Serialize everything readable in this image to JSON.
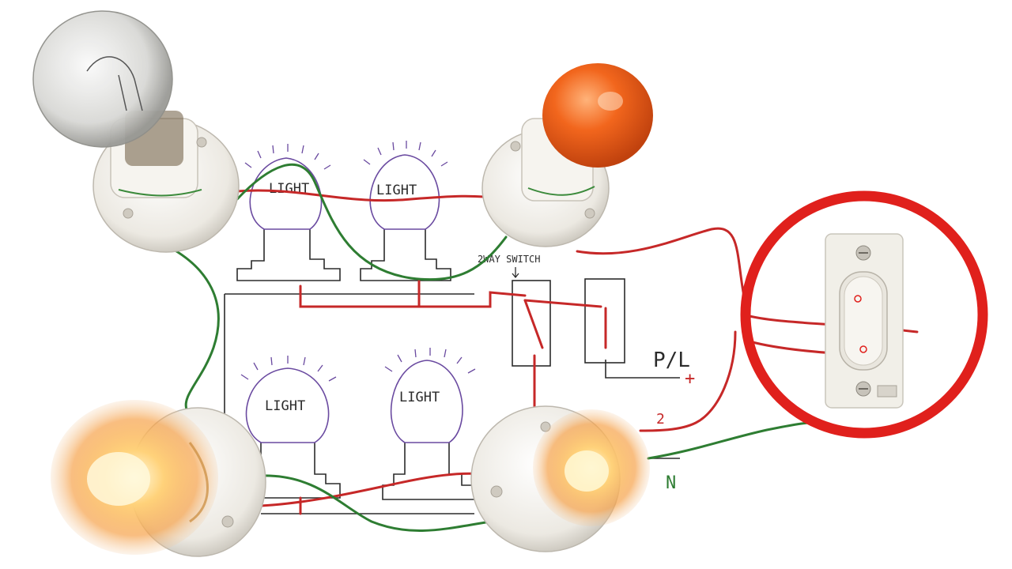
{
  "diagram": {
    "bulb_labels": [
      "LIGHT",
      "LIGHT",
      "LIGHT",
      "LIGHT"
    ],
    "switch_label": "2WAY SWITCH",
    "phase_label": "P/L",
    "plus_label": "+",
    "neutral_label": "N",
    "minus_label": "2",
    "colors": {
      "phase_wire": "#c62828",
      "neutral_wire": "#2e7d32",
      "ink_black": "#2b2b2b",
      "ink_purple": "#6a4aa0",
      "highlight_ring": "#e0201c",
      "orange_bulb": "#f2661d",
      "glow": "#ffb347",
      "holder": "#f3f1ec"
    },
    "icons": [
      "light-bulb-icon",
      "switch-icon"
    ]
  }
}
